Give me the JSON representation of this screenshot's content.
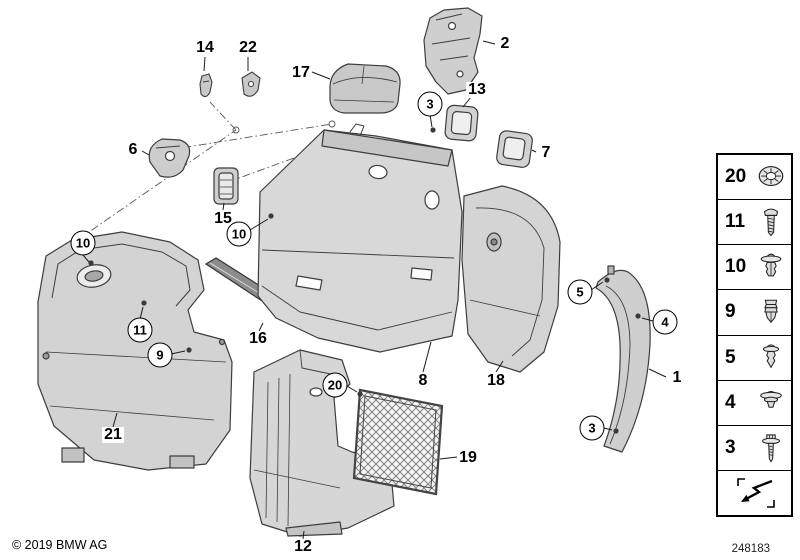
{
  "meta": {
    "copyright": "© 2019 BMW AG",
    "diagram_number": "248183",
    "background_color": "#ffffff",
    "line_color": "#3d3d3d",
    "part_fill": "#d6d6d6"
  },
  "callouts": {
    "plain": [
      {
        "id": "14",
        "label": "14"
      },
      {
        "id": "22",
        "label": "22"
      },
      {
        "id": "2",
        "label": "2"
      },
      {
        "id": "17",
        "label": "17"
      },
      {
        "id": "13",
        "label": "13"
      },
      {
        "id": "6",
        "label": "6"
      },
      {
        "id": "7",
        "label": "7"
      },
      {
        "id": "15",
        "label": "15"
      },
      {
        "id": "16",
        "label": "16"
      },
      {
        "id": "8",
        "label": "8"
      },
      {
        "id": "18",
        "label": "18"
      },
      {
        "id": "1",
        "label": "1"
      },
      {
        "id": "21",
        "label": "21"
      },
      {
        "id": "19",
        "label": "19"
      },
      {
        "id": "12",
        "label": "12"
      }
    ],
    "circled": [
      {
        "id": "3-top",
        "label": "3"
      },
      {
        "id": "10-main",
        "label": "10"
      },
      {
        "id": "10-left",
        "label": "10"
      },
      {
        "id": "11",
        "label": "11"
      },
      {
        "id": "9",
        "label": "9"
      },
      {
        "id": "20",
        "label": "20"
      },
      {
        "id": "5",
        "label": "5"
      },
      {
        "id": "4",
        "label": "4"
      },
      {
        "id": "3-bottom",
        "label": "3"
      }
    ]
  },
  "legend": {
    "rows": [
      {
        "label": "20",
        "icon": "starlock-washer-icon"
      },
      {
        "label": "11",
        "icon": "pan-head-screw-icon"
      },
      {
        "label": "10",
        "icon": "expansion-rivet-icon"
      },
      {
        "label": "9",
        "icon": "expanding-nut-icon"
      },
      {
        "label": "5",
        "icon": "blind-rivet-icon"
      },
      {
        "label": "4",
        "icon": "body-plug-icon"
      },
      {
        "label": "3",
        "icon": "flange-screw-icon"
      }
    ],
    "reference_icon": "cross-reference-arrow-icon"
  }
}
